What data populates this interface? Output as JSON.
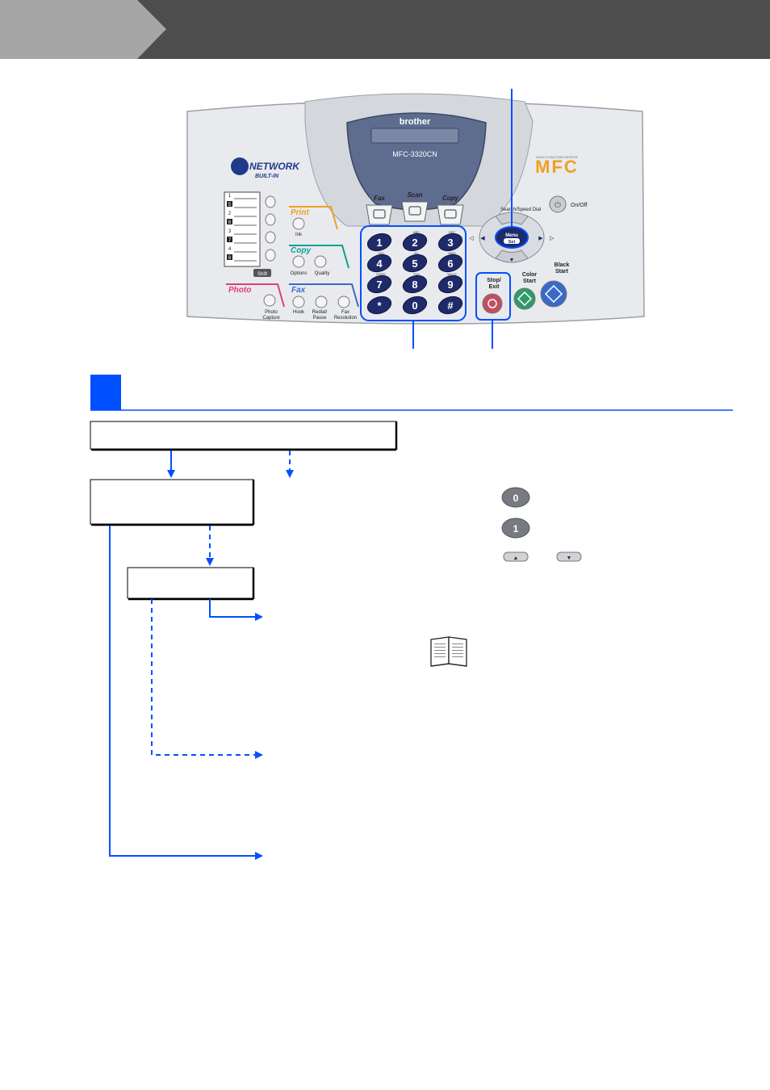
{
  "colors": {
    "header_dark": "#4d4d4d",
    "header_tab": "#a6a6a6",
    "accent_blue": "#0050ff",
    "panel_face": "#e8eaee",
    "key_navy": "#1f2a6b"
  },
  "panel": {
    "brand": "brother",
    "model": "MFC-3320CN",
    "network_logo": "NETWORK",
    "network_sub": "BUILT-IN",
    "mfc_logo": "MFC",
    "mfc_small": "MULTI-FUNCTION CENTER",
    "mode_keys": [
      {
        "label": "Fax",
        "icon": "fax-icon"
      },
      {
        "label": "Scan",
        "icon": "scan-icon"
      },
      {
        "label": "Copy",
        "icon": "copy-icon"
      }
    ],
    "onetouch_labels": [
      "1",
      "5",
      "2",
      "6",
      "3",
      "7",
      "4",
      "8"
    ],
    "shift_label": "Shift",
    "print_group": {
      "title": "Print",
      "ink": "Ink"
    },
    "copy_group": {
      "title": "Copy",
      "options": "Options",
      "quality": "Quality"
    },
    "photo_group": {
      "title": "Photo",
      "capture_1": "Photo",
      "capture_2": "Capture"
    },
    "fax_group": {
      "title": "Fax",
      "hook": "Hook",
      "redial_1": "Redial/",
      "redial_2": "Pause",
      "faxres_1": "Fax",
      "faxres_2": "Resolution"
    },
    "keypad": [
      {
        "digit": "1",
        "letters": ""
      },
      {
        "digit": "2",
        "letters": "ABC"
      },
      {
        "digit": "3",
        "letters": "DEF"
      },
      {
        "digit": "4",
        "letters": "GHI"
      },
      {
        "digit": "5",
        "letters": "JKL"
      },
      {
        "digit": "6",
        "letters": "MNO"
      },
      {
        "digit": "7",
        "letters": "PQRS"
      },
      {
        "digit": "8",
        "letters": "TUV"
      },
      {
        "digit": "9",
        "letters": "WXYZ"
      },
      {
        "digit": "*",
        "letters": ""
      },
      {
        "digit": "0",
        "letters": ""
      },
      {
        "digit": "#",
        "letters": ""
      }
    ],
    "search_speed_dial": "Search/Speed Dial",
    "menu_label": "Menu",
    "set_label": "Set",
    "on_off": "On/Off",
    "stop_exit_1": "Stop/",
    "stop_exit_2": "Exit",
    "color_start_1": "Color",
    "color_start_2": "Start",
    "black_start_1": "Black",
    "black_start_2": "Start"
  },
  "legend_keys": {
    "zero": "0",
    "one": "1",
    "up": "▲",
    "down": "▼"
  }
}
